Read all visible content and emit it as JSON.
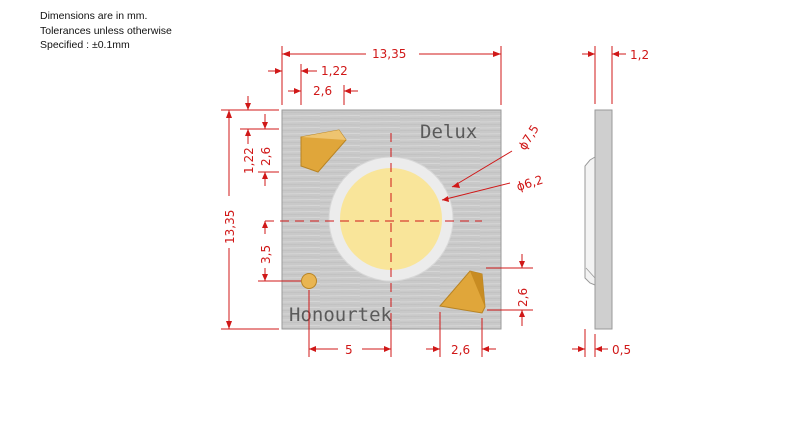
{
  "notes": [
    "Dimensions are in mm.",
    "Tolerances unless otherwise",
    "Specified :  ±0.1mm"
  ],
  "brand_top": "Delux",
  "brand_bottom": "Honourtek",
  "dimensions": {
    "width": "13,35",
    "height": "13,35",
    "pad_offset_x": "1,22",
    "pad_offset_y": "1,22",
    "pad_width": "2,6",
    "pad_height": "2,6",
    "pad_width_br": "2,6",
    "pad_height_br": "2,6",
    "spacing_x": "5",
    "spacing_y": "3,5",
    "outer_diameter": "ϕ7,5",
    "inner_diameter": "ϕ6,2",
    "thickness": "1,2",
    "side_step": "0,5"
  },
  "colors": {
    "dimension": "#d01818",
    "substrate": "#c8c8c8",
    "phosphor": "#f9e59a",
    "ring": "#efefef",
    "pad": "#e0a63a"
  }
}
